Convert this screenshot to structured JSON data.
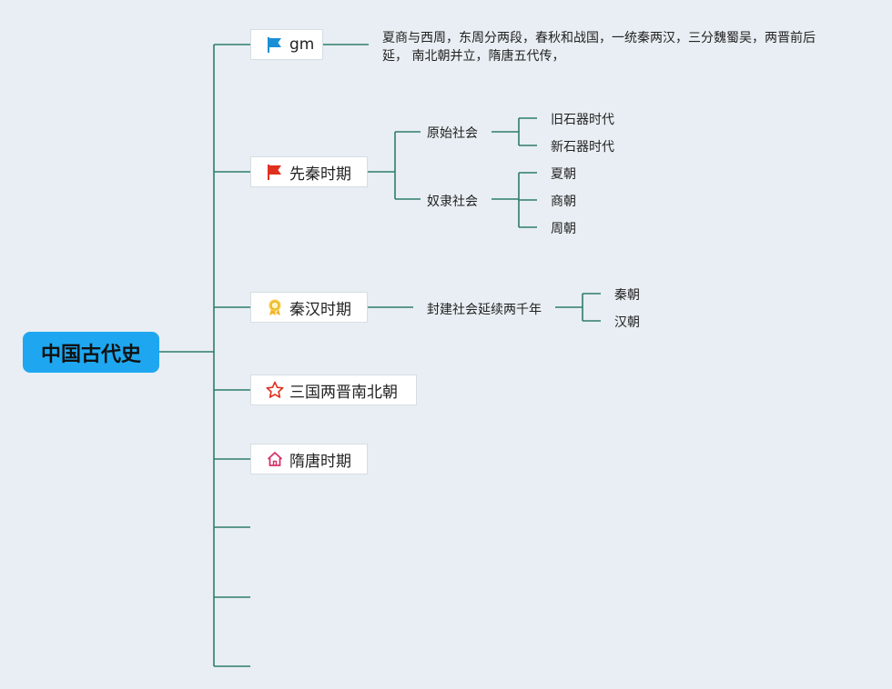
{
  "root": {
    "label": "中国古代史"
  },
  "topics": [
    {
      "label": "gm",
      "icon": "blue-flag-icon"
    },
    {
      "label": "先秦时期",
      "icon": "red-flag-icon"
    },
    {
      "label": "秦汉时期",
      "icon": "award-ribbon-icon"
    },
    {
      "label": "三国两晋南北朝",
      "icon": "star-outline-icon"
    },
    {
      "label": "隋唐时期",
      "icon": "home-icon"
    }
  ],
  "gm_note": "夏商与西周，东周分两段，春秋和战国，一统秦两汉，三分魏蜀吴，两晋前后延， 南北朝并立，隋唐五代传，",
  "xianqin": {
    "children": [
      {
        "label": "原始社会",
        "children": [
          "旧石器时代",
          "新石器时代"
        ]
      },
      {
        "label": "奴隶社会",
        "children": [
          "夏朝",
          "商朝",
          "周朝"
        ]
      }
    ]
  },
  "qinhan": {
    "children": [
      {
        "label": "封建社会延续两千年",
        "children": [
          "秦朝",
          "汉朝"
        ]
      }
    ]
  },
  "colors": {
    "line": "#2e7d6b",
    "root_bg": "#1ea7f0",
    "background": "#e8eef3"
  }
}
